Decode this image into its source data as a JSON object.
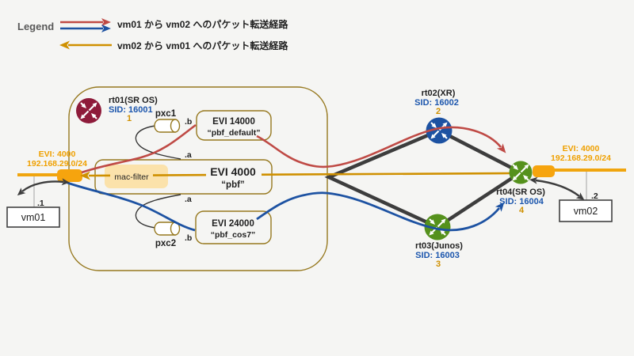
{
  "legend": {
    "title": "Legend",
    "forward_label": "vm01 から vm02 へのパケット転送経路",
    "reverse_label": "vm02 から vm01 へのパケット転送経路"
  },
  "routers": {
    "rt01": {
      "name": "rt01(SR OS)",
      "sid": "SID: 16001",
      "num": "1"
    },
    "rt02": {
      "name": "rt02(XR)",
      "sid": "SID: 16002",
      "num": "2"
    },
    "rt03": {
      "name": "rt03(Junos)",
      "sid": "SID: 16003",
      "num": "3"
    },
    "rt04": {
      "name": "rt04(SR OS)",
      "sid": "SID: 16004",
      "num": "4"
    }
  },
  "services": {
    "evi14000": {
      "name": "EVI 14000",
      "instance": "“pbf_default”"
    },
    "evi4000": {
      "name": "EVI 4000",
      "instance": "“pbf”"
    },
    "evi24000": {
      "name": "EVI 24000",
      "instance": "“pbf_cos7”"
    }
  },
  "pxc": {
    "pxc1": "pxc1",
    "pxc2": "pxc2"
  },
  "ports": {
    "pxc1_b": ".b",
    "pxc1_a": ".a",
    "pxc2_a": ".a",
    "pxc2_b": ".b"
  },
  "filter": {
    "label": "mac-filter"
  },
  "access_left": {
    "evi": "EVI: 4000",
    "subnet": "192.168.29.0/24",
    "host": "vm01",
    "host_ip": ".1"
  },
  "access_right": {
    "evi": "EVI: 4000",
    "subnet": "192.168.29.0/24",
    "host": "vm02",
    "host_ip": ".2"
  },
  "colors": {
    "path_red": "#bf4a45",
    "path_blue": "#1d52a2",
    "path_orange": "#cf9000",
    "link_gray": "#3d3d3d",
    "box_gold": "#96781e",
    "router_maroon": "#8e1b3a",
    "router_blue": "#1d52a2",
    "router_green": "#55911c",
    "filter_highlight": "#fbe2ab",
    "port_orange": "#f6a40e",
    "sid_text_blue": "#1c56ad",
    "number_gold": "#cf9000"
  }
}
